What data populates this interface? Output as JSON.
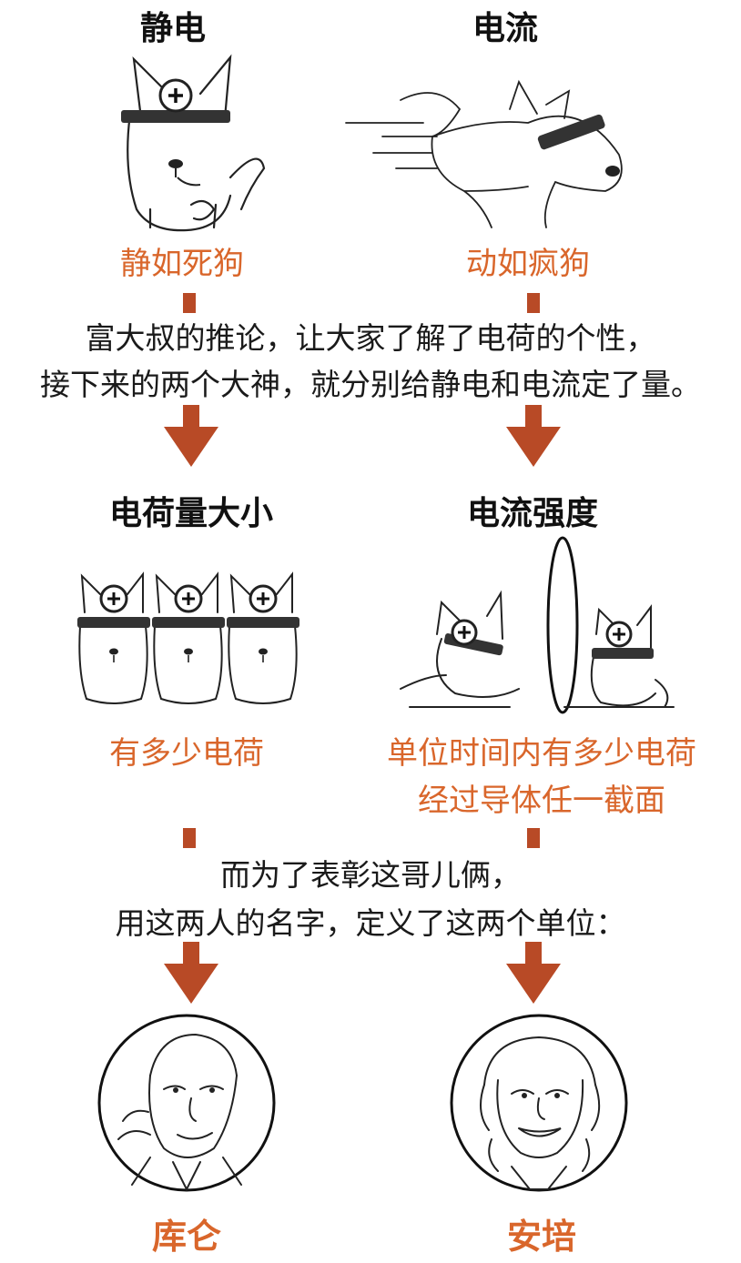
{
  "top": {
    "left_title": "静电",
    "right_title": "电流",
    "left_caption": "静如死狗",
    "right_caption": "动如疯狗"
  },
  "middle_text": {
    "line1": "富大叔的推论，让大家了解了电荷的个性，",
    "line2": "接下来的两个大神，就分别给静电和电流定了量。"
  },
  "quantities": {
    "left_title": "电荷量大小",
    "right_title": "电流强度",
    "left_caption": "有多少电荷",
    "right_caption_line1": "单位时间内有多少电荷",
    "right_caption_line2": "经过导体任一截面"
  },
  "lower_text": {
    "line1": "而为了表彰这哥儿俩，",
    "line2": "用这两人的名字，定义了这两个单位："
  },
  "units": {
    "left_name": "库仑",
    "right_name": "安培"
  },
  "colors": {
    "accent_orange": "#d9662b",
    "arrow_rust": "#b84a26",
    "ink": "#1a1a1a"
  }
}
